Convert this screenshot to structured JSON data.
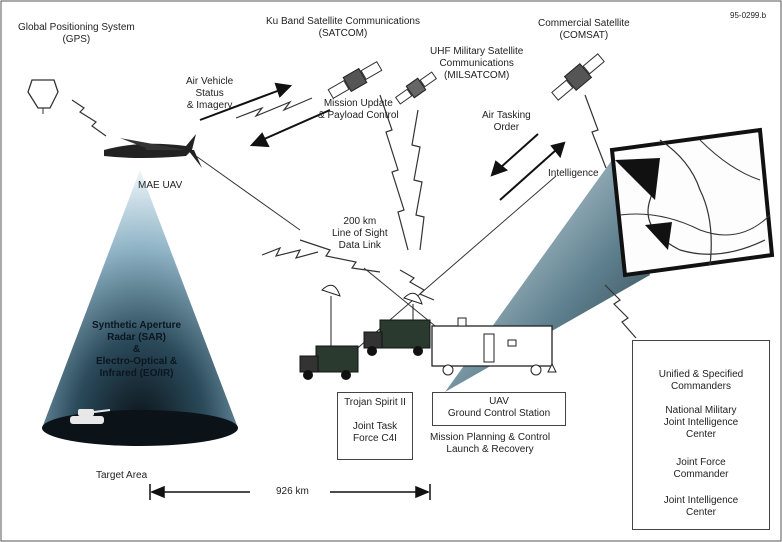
{
  "figure_id": "95-0299.b",
  "labels": {
    "gps": "Global Positioning System\n(GPS)",
    "satcom": "Ku Band Satellite Communications\n(SATCOM)",
    "milsatcom": "UHF Military Satellite\nCommunications\n(MILSATCOM)",
    "comsat": "Commercial Satellite\n(COMSAT)",
    "air_vehicle_status": "Air Vehicle\nStatus\n& Imagery",
    "mission_update": "Mission Update\n& Payload Control",
    "air_tasking": "Air Tasking\nOrder",
    "intelligence": "Intelligence",
    "mae_uav": "MAE UAV",
    "los_link": "200 km\nLine of Sight\nData Link",
    "sensors": "Synthetic Aperture\nRadar (SAR)\n&\nElectro-Optical &\nInfrared (EO/IR)",
    "target_area": "Target Area",
    "distance": "926 km",
    "mission_planning": "Mission Planning & Control\nLaunch & Recovery"
  },
  "boxes": {
    "trojan": "Trojan Spirit II\n\nJoint Task\nForce C4I",
    "gcs": "UAV\nGround Control Station",
    "commanders": [
      "Unified & Specified\nCommanders",
      "National Military\nJoint Intelligence\nCenter",
      "Joint Force\nCommander",
      "Joint Intelligence\nCenter"
    ]
  }
}
